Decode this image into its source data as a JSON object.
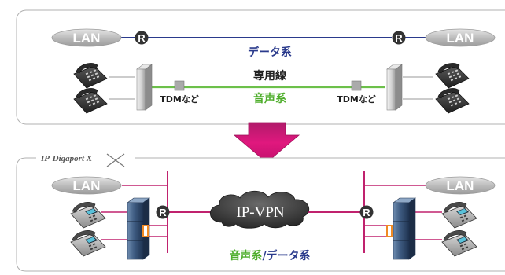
{
  "colors": {
    "data_line": "#2a3a8c",
    "voice_line": "#6cc04a",
    "magenta_line": "#c0226e",
    "arrow": "#d9127a",
    "router": "#333333",
    "lan": "#b8b8b8",
    "panel_border": "#b0b0b0",
    "cloud": "#444444",
    "terminal_orange": "#f08a24",
    "rack_blue": "#2f4a6b"
  },
  "top_section": {
    "lan_left": "LAN",
    "lan_right": "LAN",
    "router_left": "R",
    "router_right": "R",
    "data_label": "データ系",
    "leased_line_label": "専用線",
    "voice_label": "音声系",
    "tdm_left": "TDMなど",
    "tdm_right": "TDMなど"
  },
  "bottom_section": {
    "logo": "IP-Digaport X",
    "lan_left": "LAN",
    "lan_right": "LAN",
    "router_left": "R",
    "router_right": "R",
    "cloud_label": "IP-VPN",
    "voice_part": "音声系",
    "separator": "/",
    "data_part": "データ系"
  },
  "icons": [
    "phone-icon",
    "pbx-icon",
    "router-icon",
    "rack-server-icon",
    "cloud-icon",
    "down-arrow-icon"
  ]
}
